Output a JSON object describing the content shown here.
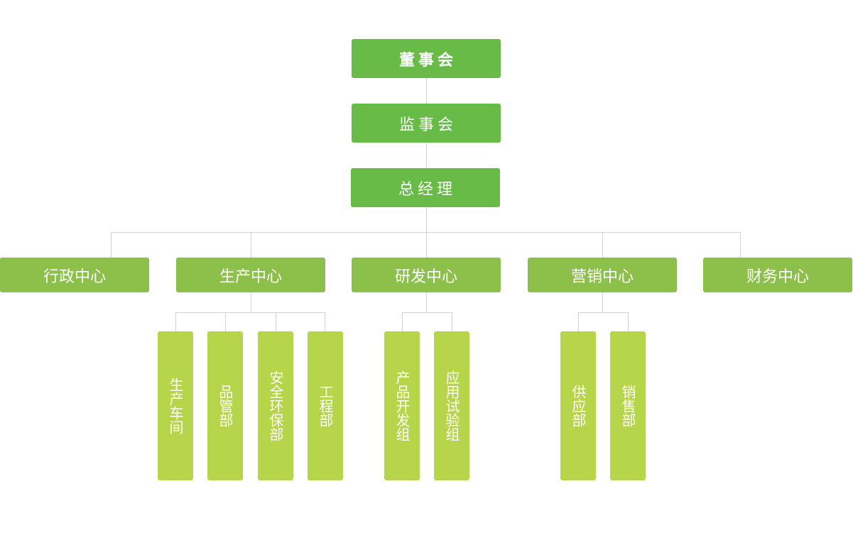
{
  "top": {
    "board": "董事会",
    "supervisory": "监事会",
    "gm": "总经理"
  },
  "centers": [
    {
      "label": "行政中心"
    },
    {
      "label": "生产中心"
    },
    {
      "label": "研发中心"
    },
    {
      "label": "营销中心"
    },
    {
      "label": "财务中心"
    }
  ],
  "departments": {
    "production": [
      "生产车间",
      "品管部",
      "安全环保部",
      "工程部"
    ],
    "rd": [
      "产品开发组",
      "应用试验组"
    ],
    "marketing": [
      "供应部",
      "销售部"
    ]
  },
  "colors": {
    "top_box": "#68bb46",
    "center_box": "#8dc04b",
    "dept_box": "#b7d54b",
    "connector": "#d2d2d2",
    "text": "#ffffff"
  }
}
